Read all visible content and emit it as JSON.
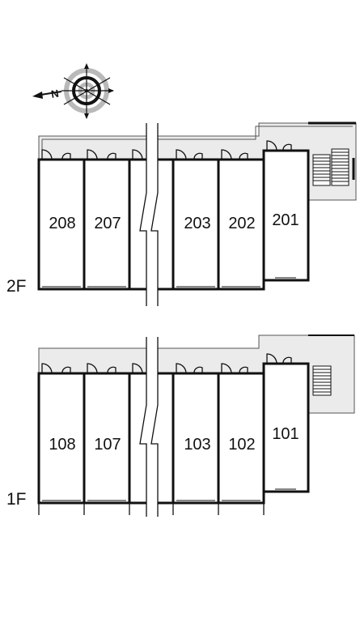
{
  "compass": {
    "north_label": "N"
  },
  "floors": {
    "upper": {
      "label": "2F",
      "units": [
        "208",
        "207",
        "203",
        "202",
        "201"
      ]
    },
    "lower": {
      "label": "1F",
      "units": [
        "108",
        "107",
        "103",
        "102",
        "101"
      ]
    }
  },
  "colors": {
    "corridor": "#ebebeb",
    "wall": "#111111",
    "compass_ring": "#b9b9b9",
    "background": "#ffffff"
  }
}
